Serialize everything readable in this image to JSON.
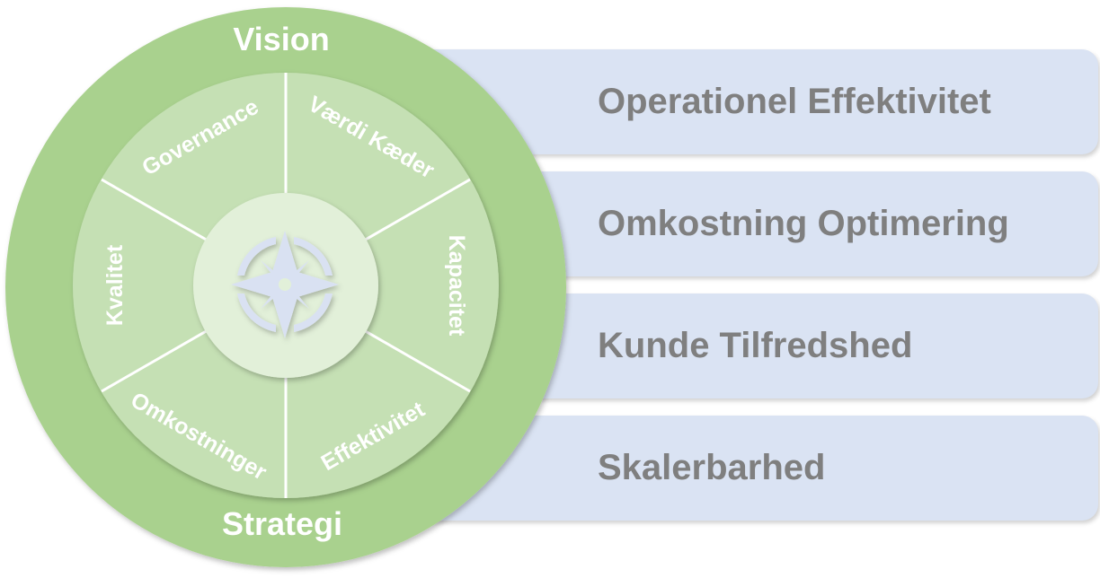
{
  "wheel": {
    "outer_top": "Vision",
    "outer_bottom": "Strategi",
    "segments": [
      "Governance",
      "Værdi Kæder",
      "Kapacitet",
      "Effektivitet",
      "Omkostninger",
      "Kvalitet"
    ],
    "center_icon": "compass-icon"
  },
  "panels": [
    "Operationel Effektivitet",
    "Omkostning Optimering",
    "Kunde Tilfredshed",
    "Skalerbarhed"
  ],
  "colors": {
    "outer": "#a9d18e",
    "ring": "#c5e0b4",
    "inner": "#e2f0d9",
    "panel": "#dae3f3",
    "panel_text": "#7f7f7f",
    "icon": "#d9e1f2"
  }
}
